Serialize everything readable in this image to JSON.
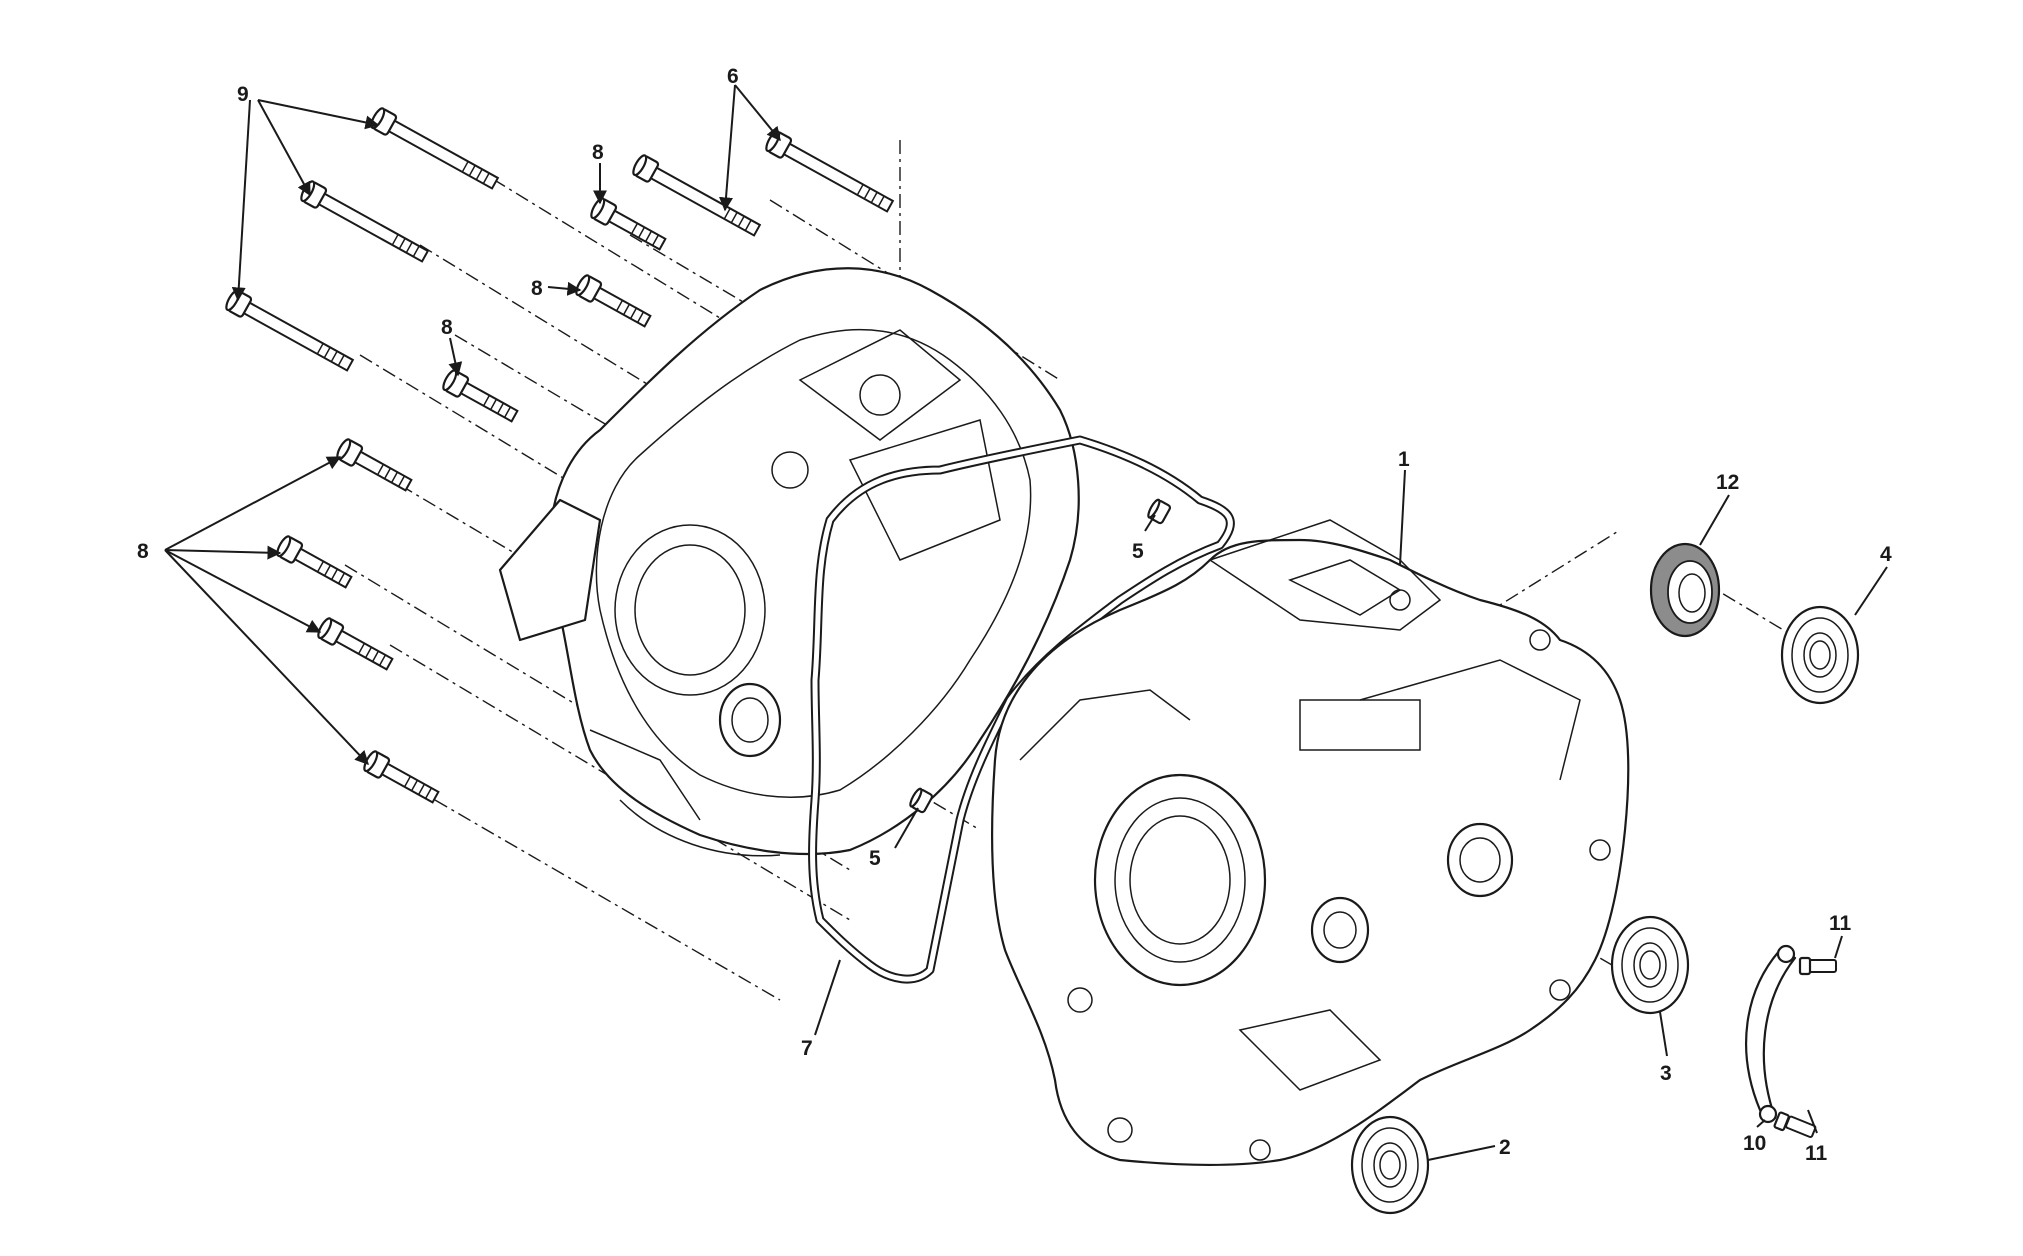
{
  "diagram": {
    "callouts": {
      "c1": "1",
      "c2": "2",
      "c3": "3",
      "c4": "4",
      "c5a": "5",
      "c5b": "5",
      "c6": "6",
      "c7": "7",
      "c8a": "8",
      "c8b": "8",
      "c8c": "8",
      "c8d": "8",
      "c9": "9",
      "c10": "10",
      "c11a": "11",
      "c11b": "11",
      "c12": "12"
    }
  }
}
